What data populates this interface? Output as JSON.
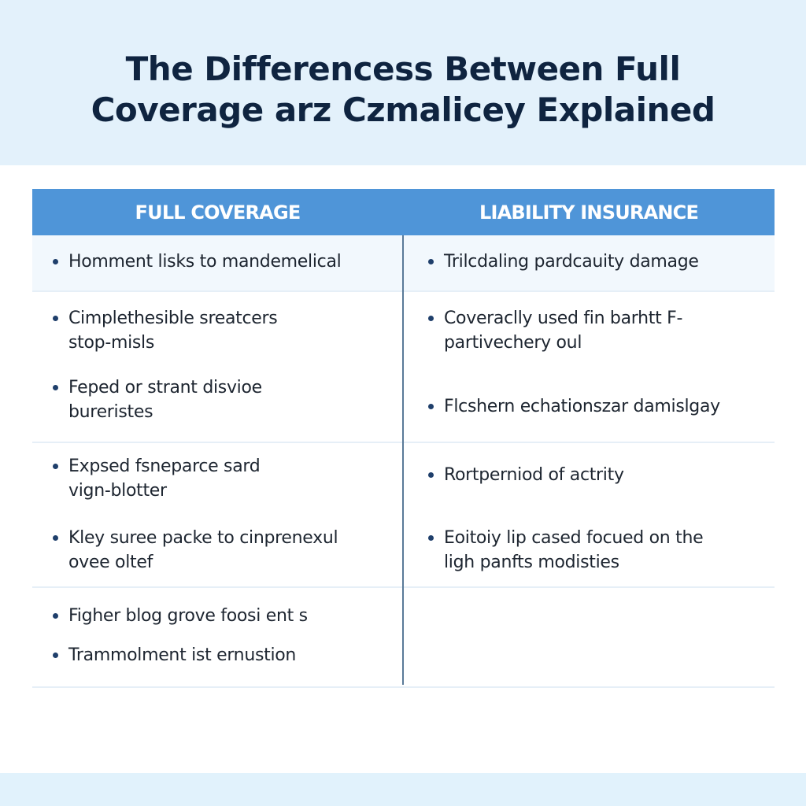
{
  "title": {
    "line1": "The Differencess Between Full",
    "line2": "Coverage arz Czmalicey Explained"
  },
  "table": {
    "headers": {
      "left": "FULL COVERAGE",
      "right": "LIABILITY INSURANCE"
    },
    "rows": [
      {
        "left": [
          "Homment lisks to mandemelical"
        ],
        "right": [
          "Trilcdaling pardcauity damage"
        ]
      },
      {
        "left": [
          "Cimplethesible sreatcers stop-misls",
          "Feped or strant disvioe bureristes"
        ],
        "right": [
          "Coveraclly used fin barhtt F- partivechery oul",
          "Flcshern echationszar damislgay"
        ]
      },
      {
        "left": [
          "Expsed fsneparce sard vign-blotter",
          "Kley suree packe to cinprenexul ovee oltef"
        ],
        "right": [
          "Rortperniod of actrity",
          "Eoitoiy lip cased focued on the ligh panfts modisties"
        ]
      },
      {
        "left": [
          "Figher blog grove foosi ent s",
          "Trammolment ist ernustion"
        ],
        "right": []
      }
    ]
  },
  "colors": {
    "title_band": "#e3f1fb",
    "header_bg": "#4f95d8",
    "header_text": "#ffffff",
    "title_text": "#0f2440",
    "body_text": "#1d2530",
    "bullet": "#1f3f6b",
    "divider": "#5a7a98"
  }
}
